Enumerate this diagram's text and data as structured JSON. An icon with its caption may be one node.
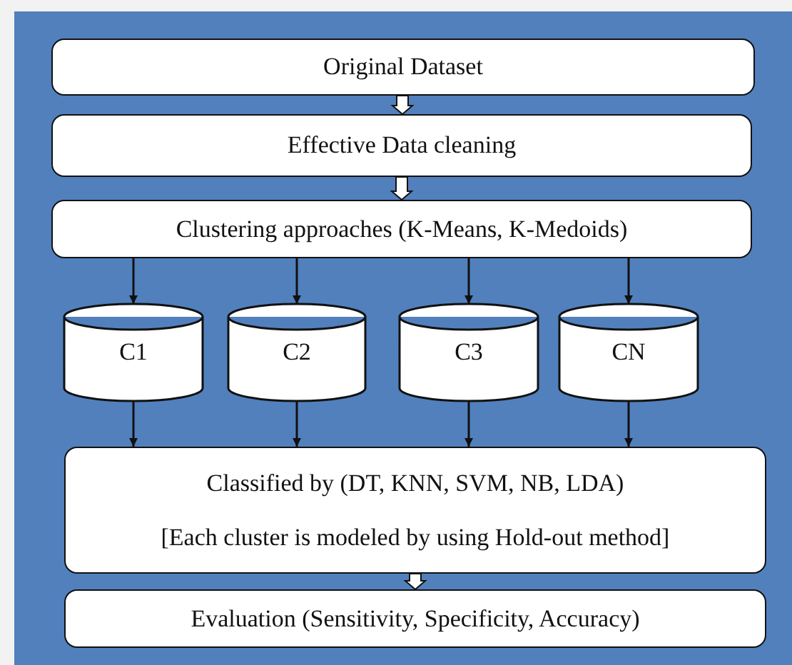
{
  "diagram": {
    "nodes": [
      {
        "text": [
          "Original Dataset"
        ]
      },
      {
        "text": [
          "Effective Data cleaning"
        ]
      },
      {
        "text": [
          "Clustering approaches (K-Means, K-Medoids)"
        ]
      },
      {
        "text": [
          "C1"
        ]
      },
      {
        "text": [
          "C2"
        ]
      },
      {
        "text": [
          "C3"
        ]
      },
      {
        "text": [
          "CN"
        ]
      },
      {
        "text": [
          "Classified by (DT, KNN, SVM, NB, LDA)",
          "[Each cluster is modeled by using Hold-out method]"
        ]
      },
      {
        "text": [
          "Evaluation (Sensitivity, Specificity, Accuracy)"
        ]
      }
    ],
    "edges": [
      {
        "from": 0,
        "to": 1,
        "arrow": "to",
        "style": "thick"
      },
      {
        "from": 1,
        "to": 2,
        "arrow": "to",
        "style": "thick"
      },
      {
        "from": 2,
        "to": 3,
        "arrow": "to"
      },
      {
        "from": 2,
        "to": 4,
        "arrow": "to"
      },
      {
        "from": 2,
        "to": 5,
        "arrow": "to"
      },
      {
        "from": 2,
        "to": 6,
        "arrow": "to"
      },
      {
        "from": 3,
        "to": 7,
        "arrow": "to"
      },
      {
        "from": 4,
        "to": 7,
        "arrow": "to"
      },
      {
        "from": 5,
        "to": 7,
        "arrow": "to"
      },
      {
        "from": 6,
        "to": 7,
        "arrow": "to"
      },
      {
        "from": 7,
        "to": 8,
        "arrow": "to",
        "style": "thick"
      }
    ]
  }
}
